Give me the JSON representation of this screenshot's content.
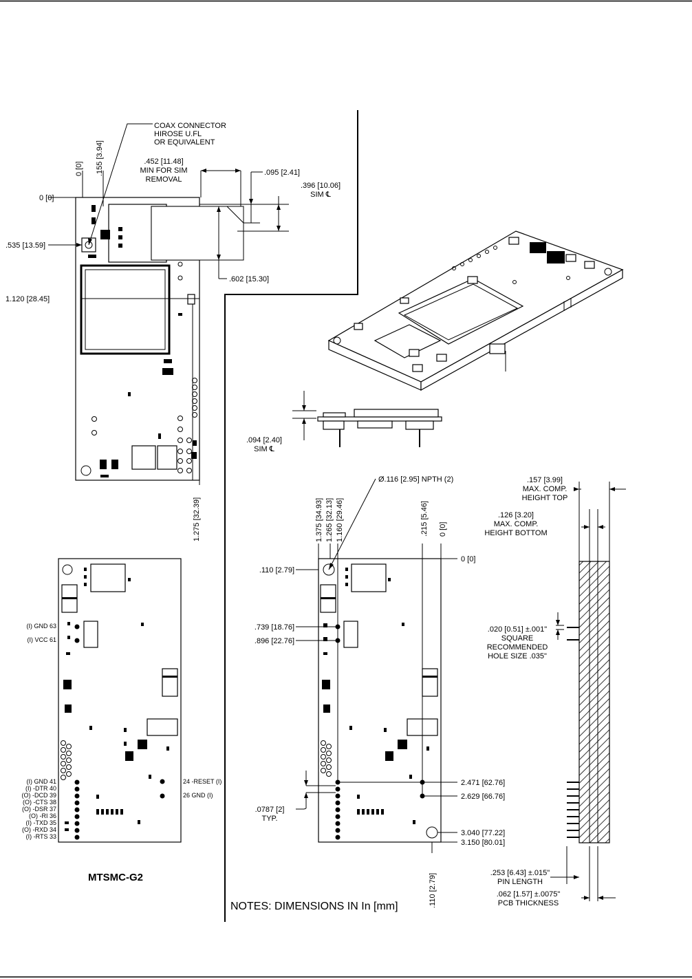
{
  "top_view": {
    "coax_callout": [
      "COAX CONNECTOR",
      "HIROSE U.FL",
      "OR EQUIVALENT"
    ],
    "sim_removal": [
      ".452 [11.48]",
      "MIN FOR SIM",
      "REMOVAL"
    ],
    "dim_095": ".095 [2.41]",
    "sim_cl": [
      ".396 [10.06]",
      "SIM ℄"
    ],
    "dim_602": ".602 [15.30]",
    "v_0": "0 [0]",
    "v_155": ".155 [3.94]",
    "h_0": "0 [0]",
    "h_535": ".535 [13.59]",
    "h_1120": "1.120 [28.45]",
    "v_1275": "1.275 [32.39]"
  },
  "side_view": {
    "dim_094": [
      ".094 [2.40]",
      "SIM ℄"
    ]
  },
  "pin_view": {
    "left_pins": [
      "(I) GND  63",
      "(I) VCC  61"
    ],
    "bottom_left_pins": [
      "(I) GND  41",
      "(I) -DTR  40",
      "(O) -DCD  39",
      "(O) -CTS  38",
      "(O) -DSR  37",
      "(O) -RI  36",
      "(I) -TXD  35",
      "(O) -RXD  34",
      "(I) -RTS  33"
    ],
    "right_pins": [
      "24  -RESET (I)",
      "26  GND (I)"
    ],
    "model": "MTSMC-G2"
  },
  "bottom_view": {
    "npth": "Ø.116 [2.95]  NPTH (2)",
    "v_1375": "1.375 [34.93]",
    "v_1265": "1.265 [32.13]",
    "v_1160": "1.160 [29.46]",
    "v_215": ".215 [5.46]",
    "v_0": "0 [0]",
    "h_0": "0 [0]",
    "h_110": ".110 [2.79]",
    "h_739": ".739 [18.76]",
    "h_896": ".896 [22.76]",
    "pitch": [
      ".0787 [2]",
      "TYP."
    ],
    "r_2471": "2.471 [62.76]",
    "r_2629": "2.629 [66.76]",
    "r_3040": "3.040 [77.22]",
    "r_3150": "3.150 [80.01]",
    "v_110": ".110 [2.79]",
    "notes": "NOTES: DIMENSIONS IN In [mm]"
  },
  "edge_view": {
    "comp_top": [
      ".157 [3.99]",
      "MAX. COMP.",
      "HEIGHT TOP"
    ],
    "comp_bottom": [
      ".126 [3.20]",
      "MAX. COMP.",
      "HEIGHT BOTTOM"
    ],
    "square": [
      ".020 [0.51] ±.001\"",
      "SQUARE",
      "RECOMMENDED",
      "HOLE SIZE .035\""
    ],
    "pin_length": [
      ".253 [6.43]  ±.015\"",
      "PIN LENGTH"
    ],
    "pcb": [
      ".062 [1.57] ±.0075\"",
      "PCB THICKNESS"
    ]
  }
}
